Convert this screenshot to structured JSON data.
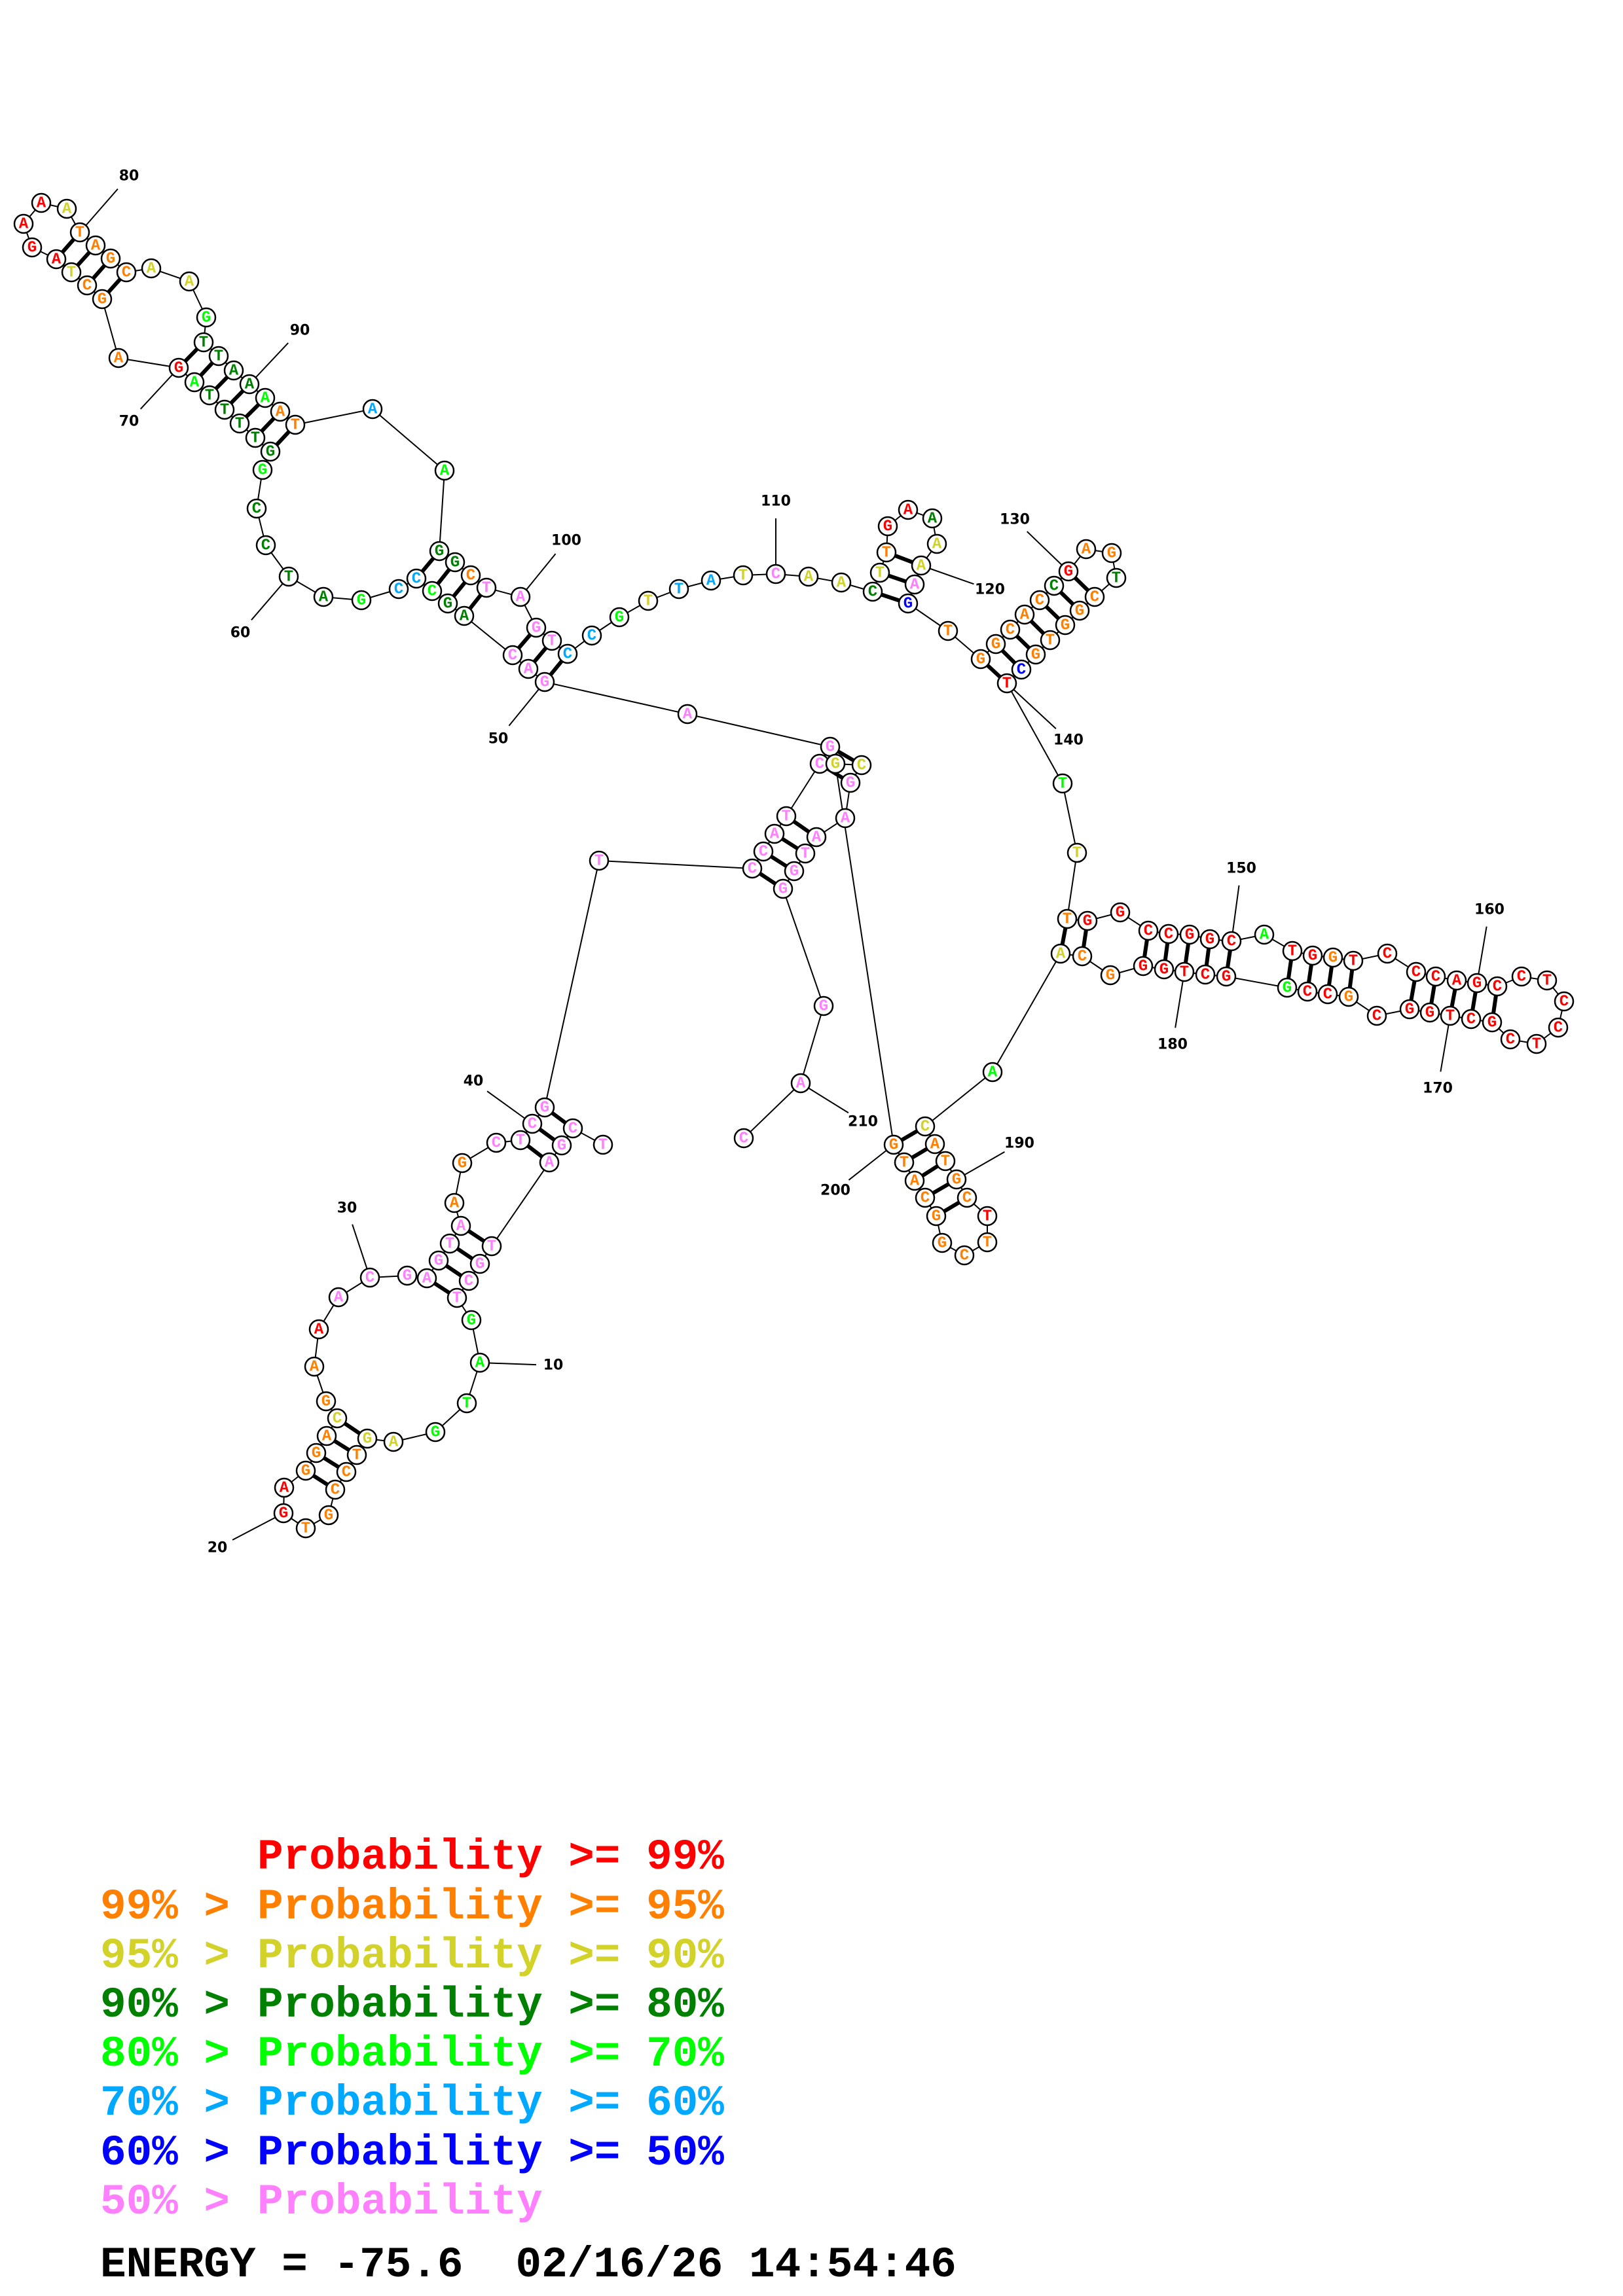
{
  "structure": {
    "sequence": "TCGATGCTGATGAGTCCGTGAGGACGAAACGAGTAAGCTCGTCCATCGAGACAGCCCGATCCGGTTTTAGAGCTAGAAATAGCAAGTTAAAATAAGGCTAGTCCGTTATCAACTTGAAAAAGTGGCACCGAGTCGGTGCTTTTGGCCGGCATGGTCCCAGCCTCCTCGCTGGCGCCGGCTGGGCAACATGCTTCGGCATGGCGAATGGGAC",
    "probability_class": "ppppppppllllyyooooorroooyoorpppppppoopppppppppppppppddlcclddddldddddlroooyrrrryooooyylddddlooclddoppppcclyccypyydyorrdyypboooooodroodooooobrlyorrrrrrrlrrorrrrrrrrrrrrrrrrrrrorrlrrrrrooylyoooorooooooooyypppppppppp",
    "pairs": [
      [
        2,
        41
      ],
      [
        3,
        40
      ],
      [
        4,
        39
      ],
      [
        5,
        35
      ],
      [
        6,
        34
      ],
      [
        7,
        33
      ],
      [
        8,
        32
      ],
      [
        14,
        25
      ],
      [
        15,
        24
      ],
      [
        16,
        23
      ],
      [
        17,
        22
      ],
      [
        43,
        208
      ],
      [
        44,
        207
      ],
      [
        45,
        206
      ],
      [
        46,
        205
      ],
      [
        47,
        203
      ],
      [
        48,
        202
      ],
      [
        50,
        103
      ],
      [
        51,
        102
      ],
      [
        52,
        101
      ],
      [
        53,
        99
      ],
      [
        54,
        98
      ],
      [
        55,
        97
      ],
      [
        56,
        96
      ],
      [
        64,
        93
      ],
      [
        65,
        92
      ],
      [
        66,
        91
      ],
      [
        67,
        90
      ],
      [
        68,
        89
      ],
      [
        69,
        88
      ],
      [
        70,
        87
      ],
      [
        72,
        83
      ],
      [
        73,
        82
      ],
      [
        74,
        81
      ],
      [
        75,
        80
      ],
      [
        113,
        122
      ],
      [
        114,
        121
      ],
      [
        115,
        120
      ],
      [
        124,
        140
      ],
      [
        125,
        139
      ],
      [
        126,
        138
      ],
      [
        127,
        137
      ],
      [
        128,
        136
      ],
      [
        129,
        135
      ],
      [
        130,
        134
      ],
      [
        143,
        185
      ],
      [
        144,
        184
      ],
      [
        146,
        182
      ],
      [
        147,
        181
      ],
      [
        148,
        180
      ],
      [
        149,
        179
      ],
      [
        150,
        178
      ],
      [
        152,
        177
      ],
      [
        153,
        176
      ],
      [
        154,
        175
      ],
      [
        155,
        174
      ],
      [
        157,
        172
      ],
      [
        158,
        171
      ],
      [
        159,
        170
      ],
      [
        160,
        169
      ],
      [
        161,
        168
      ],
      [
        187,
        200
      ],
      [
        188,
        199
      ],
      [
        189,
        198
      ],
      [
        190,
        197
      ],
      [
        191,
        196
      ]
    ],
    "position_labels": [
      10,
      20,
      30,
      40,
      50,
      60,
      70,
      80,
      90,
      100,
      110,
      120,
      130,
      140,
      150,
      160,
      170,
      180,
      190,
      200,
      210
    ]
  },
  "class_colors": {
    "r": "#ff0000",
    "o": "#ff8000",
    "y": "#d2d22a",
    "d": "#008000",
    "l": "#00ff00",
    "c": "#00a8ff",
    "b": "#0000ff",
    "p": "#ff80ff"
  },
  "legend": [
    {
      "prefix": "",
      "text": "Probability >= 99%",
      "color": "#ff0000"
    },
    {
      "prefix": "99% > ",
      "text": "Probability >= 95%",
      "color": "#ff8000"
    },
    {
      "prefix": "95% > ",
      "text": "Probability >= 90%",
      "color": "#d2d22a"
    },
    {
      "prefix": "90% > ",
      "text": "Probability >= 80%",
      "color": "#008000"
    },
    {
      "prefix": "80% > ",
      "text": "Probability >= 70%",
      "color": "#00ff00"
    },
    {
      "prefix": "70% > ",
      "text": "Probability >= 60%",
      "color": "#00a8ff"
    },
    {
      "prefix": "60% > ",
      "text": "Probability >= 50%",
      "color": "#0000ff"
    },
    {
      "prefix": "50% > ",
      "text": "Probability",
      "color": "#ff80ff"
    }
  ],
  "footer": {
    "energy": "ENERGY = -75.6",
    "timestamp": "02/16/26 14:54:46"
  }
}
